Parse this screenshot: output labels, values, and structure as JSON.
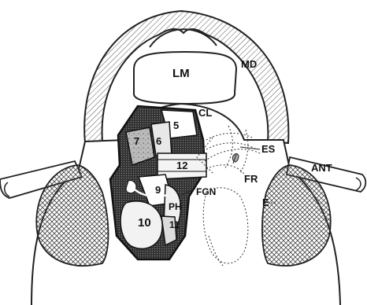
{
  "labels": {
    "LM": "LM",
    "MD": "MD",
    "CL": "CL",
    "ES": "ES",
    "FR": "FR",
    "E": "E",
    "ANT": "ANT",
    "PH": "PH",
    "FGN": "FGN",
    "n5": "5",
    "n6": "6",
    "n7": "7",
    "n9": "9",
    "n10": "10",
    "n11": "11",
    "n12": "12"
  }
}
